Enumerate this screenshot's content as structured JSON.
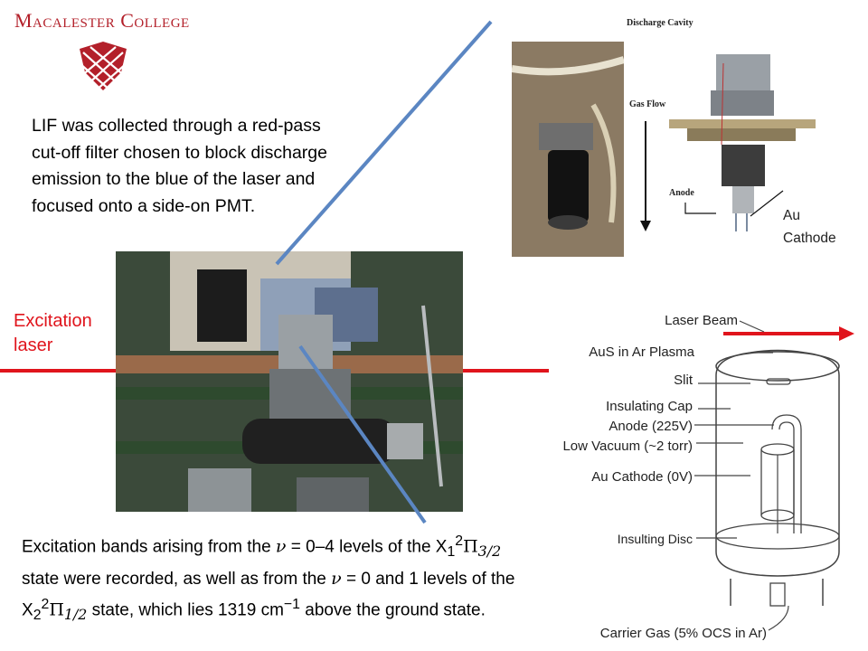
{
  "header": {
    "college_name": "Macalester College"
  },
  "paragraph_lif": "LIF was collected through a red-pass cut-off filter chosen to block discharge emission to the blue of the laser and focused onto a side-on PMT.",
  "excitation_label_line1": "Excitation",
  "excitation_label_line2": "laser",
  "discharge": {
    "title": "Discharge Cavity",
    "gas_flow": "Gas Flow",
    "anode": "Anode",
    "au_cathode_line1": "Au",
    "au_cathode_line2": "Cathode"
  },
  "diagram_labels": {
    "laser_beam": "Laser Beam",
    "aus_plasma": "AuS in Ar Plasma",
    "slit": "Slit",
    "insulating_cap": "Insulating Cap",
    "anode_voltage": "Anode (225V)",
    "low_vacuum": "Low Vacuum (~2 torr)",
    "au_cathode": "Au Cathode (0V)",
    "insulting_disc": "Insulting Disc",
    "carrier_gas": "Carrier Gas (5% OCS in Ar)"
  },
  "bottom_text": {
    "part1": "Excitation bands arising from the ",
    "nu": "ν",
    "part2": " = 0–4 levels of the X",
    "sub1": "1",
    "sup2a": "2",
    "pi": "Π",
    "omega1": "3/2",
    "part3": " state were recorded, as well as from the ",
    "part4": " = 0 and 1 levels of the X",
    "sub2": "2",
    "sup2b": "2",
    "omega2": "1/2",
    "part5": " state, which lies 1319 cm",
    "exp": "−1",
    "part6": " above the ground state."
  },
  "colors": {
    "brand_red": "#b3202a",
    "laser_red": "#e0141c",
    "pointer_blue": "#5b86c2"
  }
}
